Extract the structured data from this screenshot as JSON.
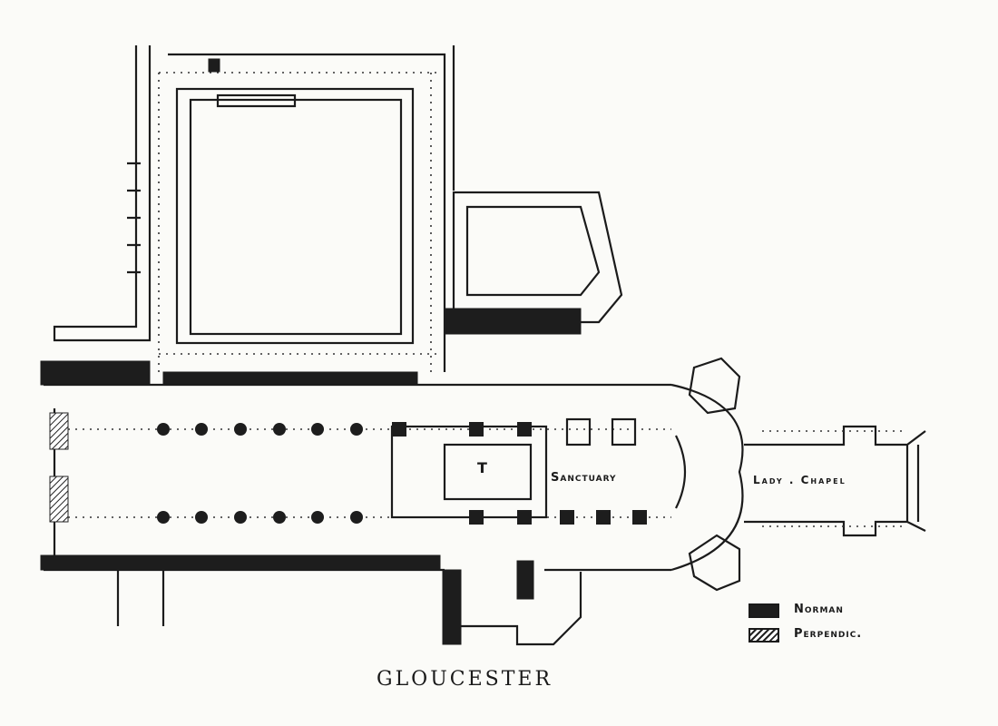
{
  "title": "GLOUCESTER",
  "labels": {
    "sanctuary": "Sanctuary",
    "lady_chapel": "Lady . Chapel",
    "t_mark": "T"
  },
  "legend": [
    {
      "label": "Norman",
      "pattern": "solid",
      "color": "#1d1d1d"
    },
    {
      "label": "Perpendic.",
      "pattern": "hatched",
      "color": "#1d1d1d"
    }
  ]
}
